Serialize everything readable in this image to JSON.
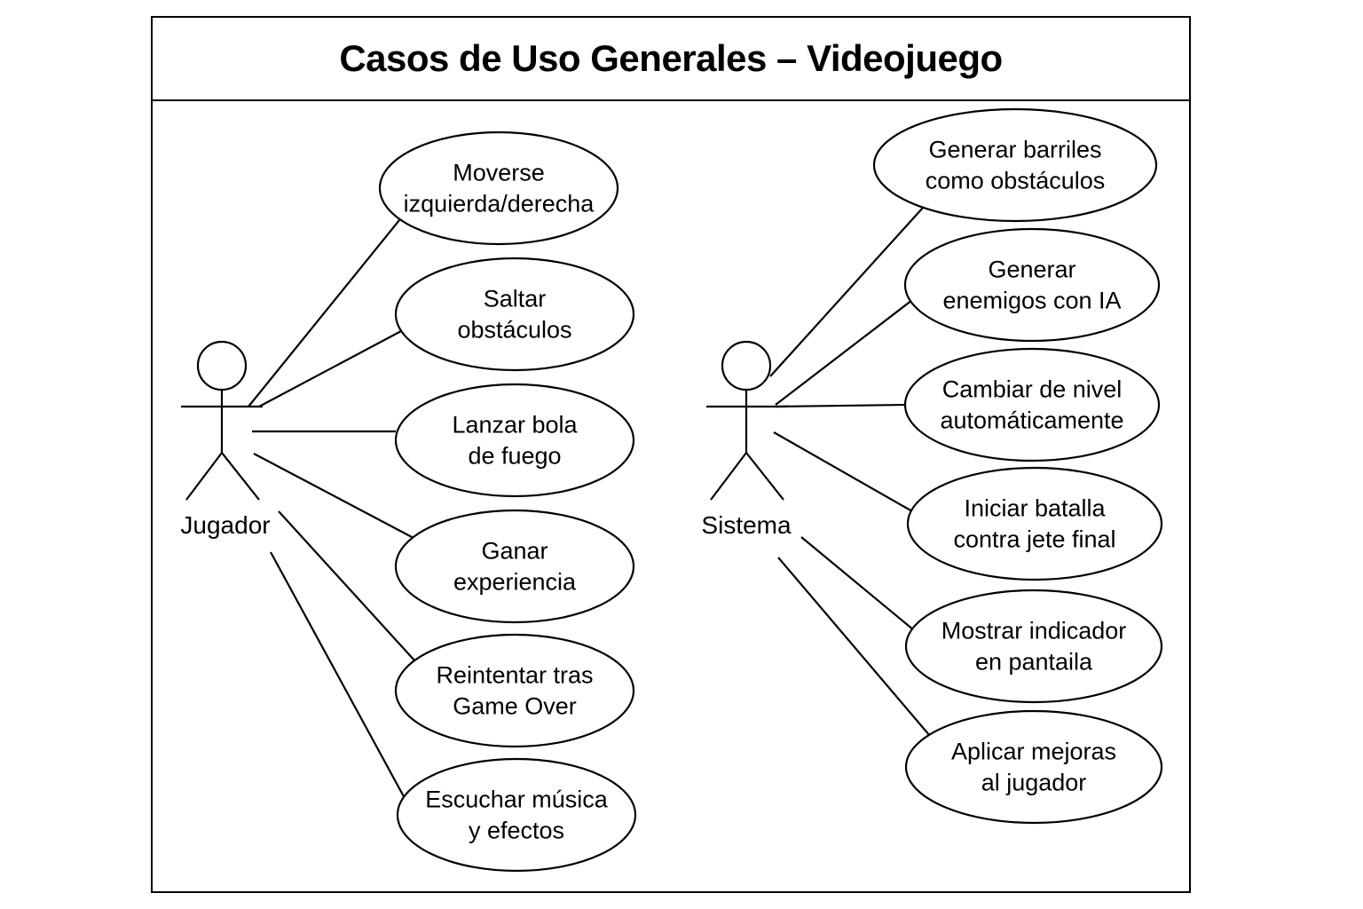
{
  "title": "Casos de Uso Generales – Videojuego",
  "actors": [
    {
      "id": "jugador",
      "label": "Jugador"
    },
    {
      "id": "sistema",
      "label": "Sistema"
    }
  ],
  "use_cases": {
    "jugador": [
      {
        "lines": [
          "Moverse",
          "izquierda/derecha"
        ]
      },
      {
        "lines": [
          "Saltar",
          "obstáculos"
        ]
      },
      {
        "lines": [
          "Lanzar bola",
          "de fuego"
        ]
      },
      {
        "lines": [
          "Ganar",
          "experiencia"
        ]
      },
      {
        "lines": [
          "Reintentar tras",
          "Game Over"
        ]
      },
      {
        "lines": [
          "Escuchar música",
          "y efectos"
        ]
      }
    ],
    "sistema": [
      {
        "lines": [
          "Generar barriles",
          "como obstáculos"
        ]
      },
      {
        "lines": [
          "Generar",
          "enemigos con IA"
        ]
      },
      {
        "lines": [
          "Cambiar de nivel",
          "automáticamente"
        ]
      },
      {
        "lines": [
          "Iniciar batalla",
          "contra jete final"
        ]
      },
      {
        "lines": [
          "Mostrar indicador",
          "en pantaila"
        ]
      },
      {
        "lines": [
          "Aplicar mejoras",
          "al jugador"
        ]
      }
    ]
  }
}
